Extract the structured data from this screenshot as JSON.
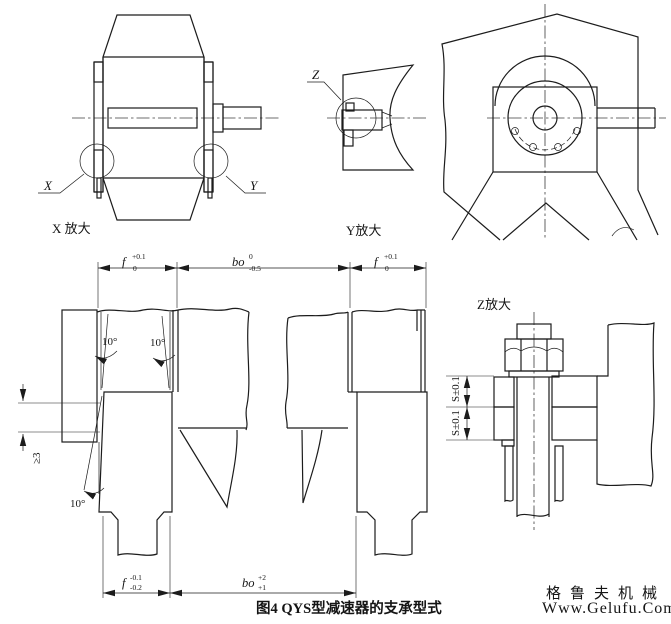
{
  "drawing": {
    "caption": "图4 QYS型减速器的支承型式",
    "detail_labels": {
      "x": "X",
      "y": "Y",
      "z": "Z"
    },
    "view_titles": {
      "x_enlarged": "X 放大",
      "y_enlarged": "Y放大",
      "z_enlarged": "Z放大"
    },
    "dims": {
      "f_top": {
        "base": "f",
        "sup": "+0.1",
        "sub": "0"
      },
      "bo_top": {
        "base": "bo",
        "sup": "0",
        "sub": "-0.5"
      },
      "f_bottom": {
        "base": "f",
        "sup": "-0.1",
        "sub": "-0.2"
      },
      "bo_bottom": {
        "base": "bo",
        "sup": "+2",
        "sub": "+1"
      },
      "angle_10": "10°",
      "min_gap": "≥3",
      "s_tolerance": "S±0.1"
    }
  },
  "watermark": {
    "brand": "格鲁夫机械",
    "url": "Www.Gelufu.Com",
    "brand_color": "#f0b9c6",
    "url_color": "#bdbdbd"
  }
}
